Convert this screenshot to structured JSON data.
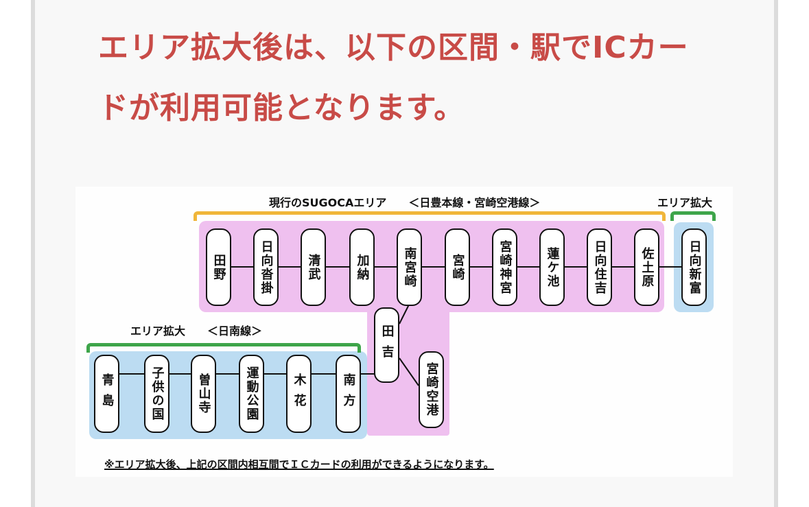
{
  "heading": "エリア拡大後は、以下の区間・駅でICカードが利用可能となります。",
  "diagram": {
    "top_label": "現行のSUGOCAエリア　　＜日豊本線・宮崎空港線＞",
    "top_right_label": "エリア拡大",
    "bottom_label": "エリア拡大　　＜日南線＞",
    "footnote": "※エリア拡大後、上記の区間内相互間でＩＣカードの利用ができるようになります。",
    "colors": {
      "current_area": "#efc0ef",
      "expanded_area": "#bcdcf2",
      "current_bracket": "#f0b63a",
      "expanded_bracket": "#3ea54a",
      "heading": "#c84b47"
    },
    "nippo_line_current": [
      "田野",
      "日向沓掛",
      "清武",
      "加納",
      "南宮崎",
      "宮崎",
      "宮崎神宮",
      "蓮ケ池",
      "日向住吉",
      "佐土原"
    ],
    "nippo_line_expanded": [
      "日向新富"
    ],
    "airport_line_current": [
      "田吉",
      "宮崎空港"
    ],
    "nichinan_line_expanded": [
      "青島",
      "子供の国",
      "曽山寺",
      "運動公園",
      "木花",
      "南方"
    ]
  }
}
